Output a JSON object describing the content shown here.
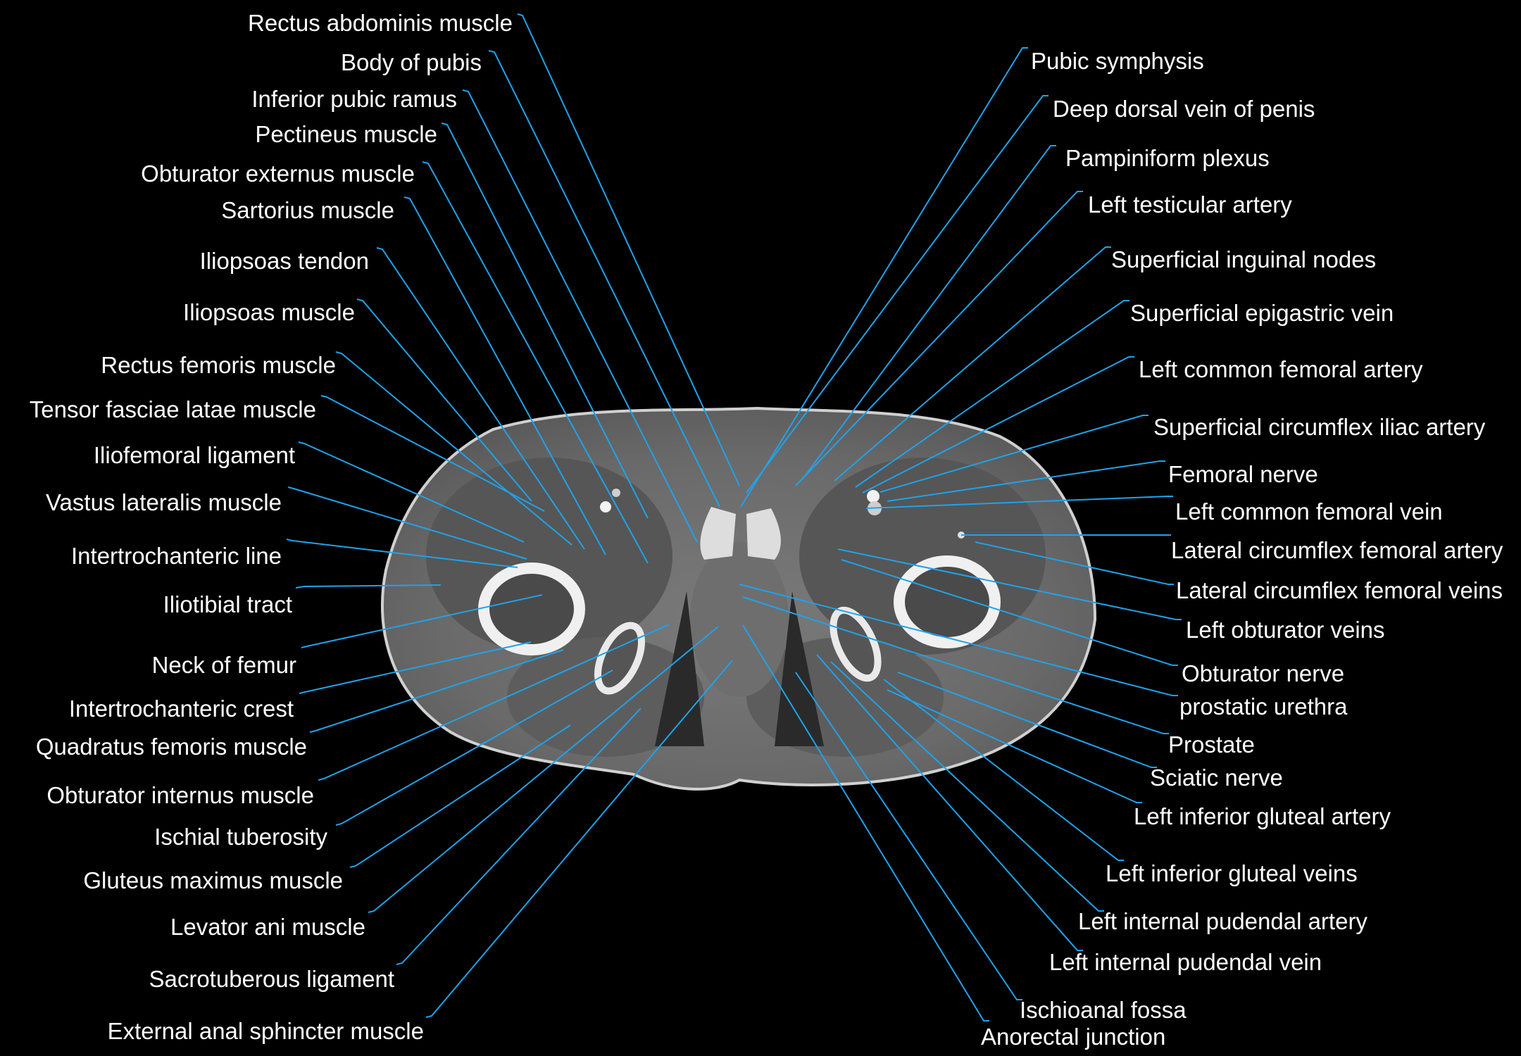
{
  "colors": {
    "background": "#000000",
    "label_text": "#ffffff",
    "leader_line": "#1fa3ea",
    "soft_tissue": "#6a6a6a",
    "muscle": "#5a5a5a",
    "bone": "#e8e8e8"
  },
  "labels_left": [
    "Rectus abdominis muscle",
    "Body of pubis",
    "Inferior pubic ramus",
    "Pectineus muscle",
    "Obturator externus muscle",
    "Sartorius muscle",
    "Iliopsoas tendon",
    "Iliopsoas muscle",
    "Rectus femoris muscle",
    "Tensor fasciae latae muscle",
    "Iliofemoral ligament",
    "Vastus lateralis muscle",
    "Intertrochanteric line",
    "Iliotibial tract",
    "Neck of femur",
    "Intertrochanteric crest",
    "Quadratus femoris muscle",
    "Obturator internus muscle",
    "Ischial tuberosity",
    "Gluteus maximus muscle",
    "Levator ani muscle",
    "Sacrotuberous ligament",
    "External anal sphincter muscle"
  ],
  "labels_right": [
    "Pubic symphysis",
    "Deep dorsal vein of penis",
    "Pampiniform plexus",
    "Left testicular artery",
    "Superficial inguinal nodes",
    "Superficial epigastric vein",
    "Left common femoral artery",
    "Superficial circumflex iliac artery",
    "Femoral nerve",
    "Left common femoral vein",
    "Lateral circumflex femoral artery",
    "Lateral circumflex femoral veins",
    "Left obturator veins",
    "Obturator nerve",
    "prostatic urethra",
    "Prostate",
    "Sciatic nerve",
    "Left inferior gluteal artery",
    "Left inferior gluteal veins",
    "Left internal pudendal artery",
    "Left internal pudendal vein",
    "Ischioanal fossa",
    "Anorectal junction"
  ]
}
